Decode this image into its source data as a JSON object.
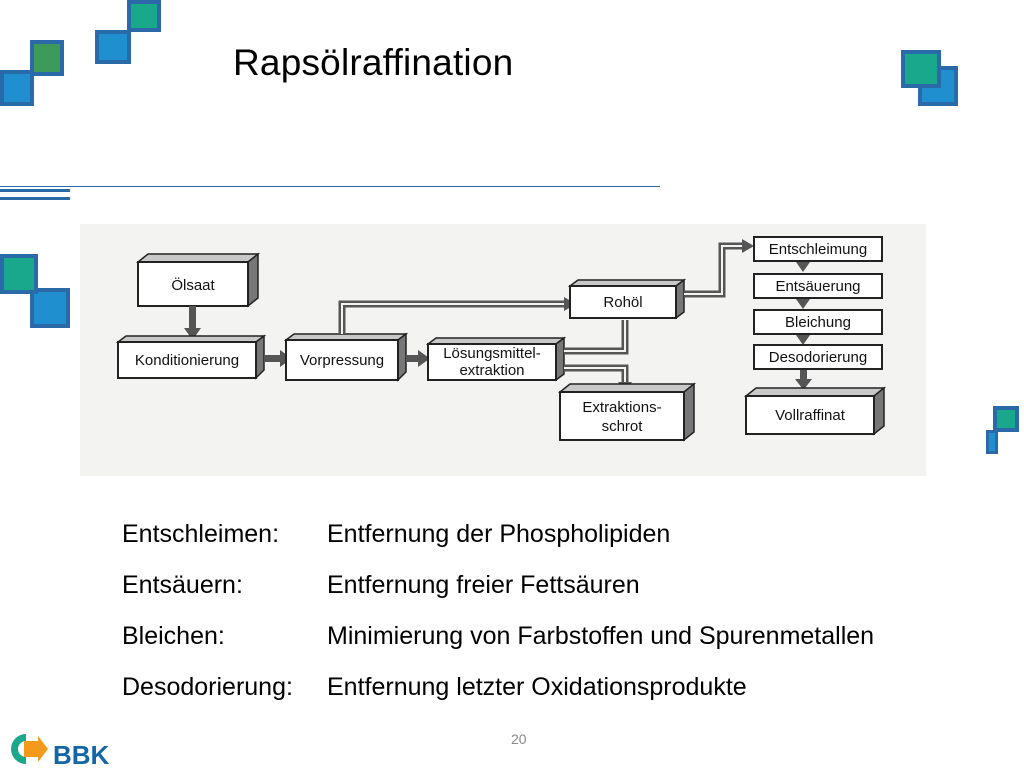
{
  "slide": {
    "title": "Rapsölraffination",
    "page_number": "20",
    "logo_text": "BBK"
  },
  "diagram": {
    "boxes": {
      "oelsaat": "Ölsaat",
      "konditionierung": "Konditionierung",
      "vorpressung": "Vorpressung",
      "loesungsmittel_1": "Lösungsmittel-",
      "loesungsmittel_2": "extraktion",
      "rohoel": "Rohöl",
      "extraktionsschrot_1": "Extraktions-",
      "extraktionsschrot_2": "schrot",
      "entschleimung": "Entschleimung",
      "entsaeuerung": "Entsäuerung",
      "bleichung": "Bleichung",
      "desodorierung": "Desodorierung",
      "vollraffinat": "Vollraffinat"
    }
  },
  "definitions": [
    {
      "term": "Entschleimen:",
      "description": "Entfernung der Phospholipiden"
    },
    {
      "term": "Entsäuern:",
      "description": "Entfernung freier Fettsäuren"
    },
    {
      "term": "Bleichen:",
      "description": "Minimierung von Farbstoffen und Spurenmetallen"
    },
    {
      "term": "Desodorierung:",
      "description": "Entfernung letzter Oxidationsprodukte"
    }
  ],
  "colors": {
    "dark_blue": "#2b6aa8",
    "light_blue": "#1f8fd0",
    "green": "#3d9a5a",
    "teal": "#1aa88d",
    "logo_orange": "#f39a1c",
    "logo_blue": "#1467a6"
  }
}
